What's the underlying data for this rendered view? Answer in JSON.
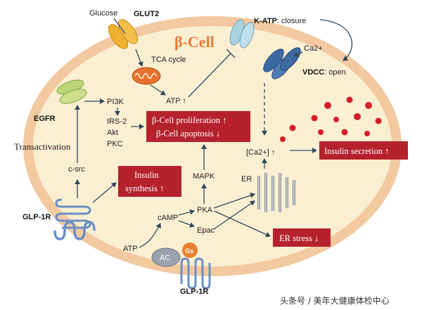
{
  "title": "β-Cell",
  "labels": {
    "glucose": "Glucose",
    "glut2": "GLUT2",
    "tca": "TCA cycle",
    "atp_up": "ATP ↑",
    "katp_bold": "K-ATP",
    "katp_rest": ": closure",
    "ca2": "Ca2+",
    "vdcc_bold": "VDCC",
    "vdcc_rest": ": open",
    "egfr": "EGFR",
    "pi3k": "PI3K",
    "irs2": "IRS-2",
    "akt": "Akt",
    "pkc": "PKC",
    "transactivation": "Transactivation",
    "csrc": "c-src",
    "glp1r_left": "GLP-1R",
    "glp1r_bottom": "GLP-1R",
    "mapk": "MAPK",
    "pka": "PKA",
    "camp": "cAMP",
    "epac": "Epac",
    "atp": "ATP",
    "ac": "AC",
    "gs": "Gs",
    "er": "ER",
    "ca_in": "[Ca2+] ↑"
  },
  "boxes": {
    "prolif_1": "β-Cell proliferation ↑",
    "prolif_2": "β-Cell apoptosis ↓",
    "insulin_syn_1": "Insulin",
    "insulin_syn_2": "synthesis ↑",
    "insulin_sec": "Insulin secretion ↑",
    "er_stress": "ER stress ↓"
  },
  "watermark": "头条号 / 美年大健康体检中心",
  "colors": {
    "cell_fill": "#fbefd2",
    "cell_border": "#f3c9a0",
    "red_box": "#b5222c",
    "title": "#e57c3a",
    "glut2": "#f0b22e",
    "katp": "#a9d2e0",
    "vdcc": "#3d6aa3",
    "egfr": "#bcd67a",
    "insulin_dots": "#d41f2a"
  }
}
